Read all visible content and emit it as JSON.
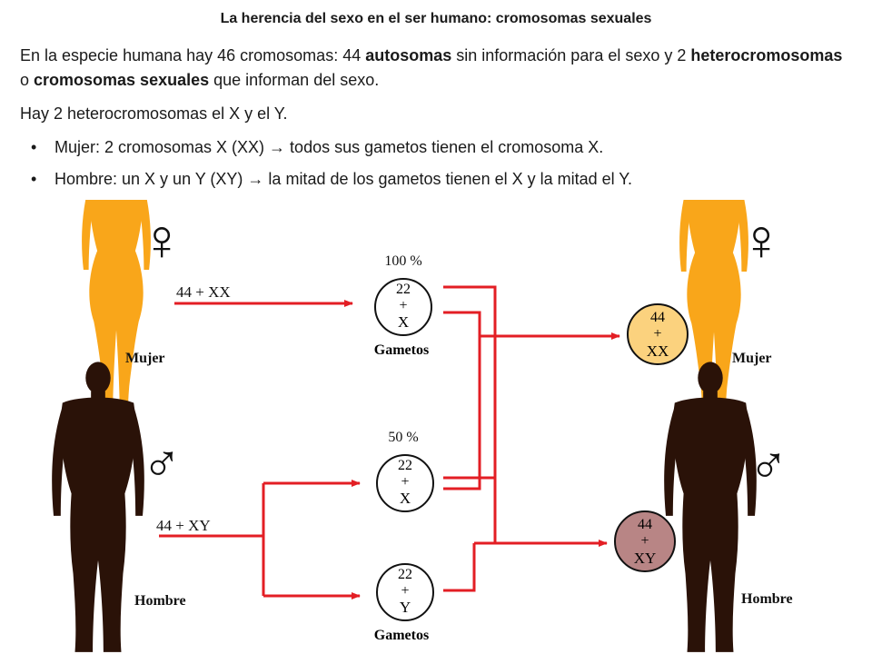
{
  "title": "La herencia del sexo en el ser humano: cromosomas sexuales",
  "intro": {
    "p1_a": "En la especie humana hay 46 cromosomas: 44 ",
    "p1_autosomas": "autosomas",
    "p1_b": " sin información para el sexo y 2 ",
    "p1_hetero": "heterocromosomas",
    "p1_c": " o ",
    "p1_sexuales": "cromosomas sexuales",
    "p1_d": " que informan del sexo.",
    "p2": "Hay 2 heterocromosomas el X y el Y.",
    "bullets": [
      "Mujer: 2 cromosomas X (XX) → todos sus gametos tienen el cromosoma X.",
      "Hombre: un X y un Y (XY) →  la mitad de los gametos tienen el X y la mitad el Y."
    ]
  },
  "diagram": {
    "female_symbol": "♀",
    "male_symbol": "♂",
    "mother_genotype": "44 + XX",
    "father_genotype": "44 + XY",
    "mother_label": "Mujer",
    "father_label": "Hombre",
    "daughter_label": "Mujer",
    "son_label": "Hombre",
    "pct_female_gamete": "100 %",
    "pct_male_gamete": "50 %",
    "gametes_label": "Gametos",
    "gamete_female": {
      "l1": "22",
      "l2": "+",
      "l3": "X"
    },
    "gamete_male_x": {
      "l1": "22",
      "l2": "+",
      "l3": "X"
    },
    "gamete_male_y": {
      "l1": "22",
      "l2": "+",
      "l3": "Y"
    },
    "zygote_female": {
      "l1": "44",
      "l2": "+",
      "l3": "XX"
    },
    "zygote_male": {
      "l1": "44",
      "l2": "+",
      "l3": "XY"
    }
  },
  "colors": {
    "female_body": "#f9a61a",
    "male_body": "#2a1208",
    "arrow": "#e31e24",
    "zygote_female_fill": "#fbd27e",
    "zygote_male_fill": "#b88585",
    "symbol": "#111111"
  }
}
